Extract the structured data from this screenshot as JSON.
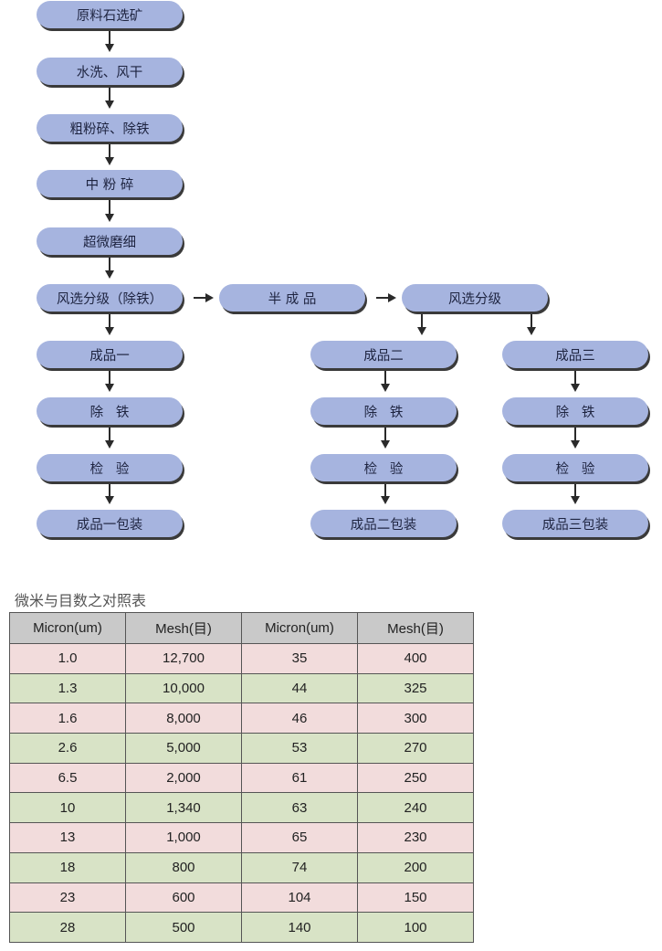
{
  "flow": {
    "main": [
      "原料石选矿",
      "水洗、风干",
      "粗粉碎、除铁",
      "中 粉 碎",
      "超微磨细",
      "风选分级（除铁）",
      "成品一",
      "除   铁",
      "检   验",
      "成品一包装"
    ],
    "semi_product": "半 成 品",
    "second_classify": "风选分级",
    "branch_two": [
      "成品二",
      "除   铁",
      "检   验",
      "成品二包装"
    ],
    "branch_three": [
      "成品三",
      "除   铁",
      "检   验",
      "成品三包装"
    ]
  },
  "table": {
    "title": "微米与目数之对照表",
    "headers": [
      "Micron(um)",
      "Mesh(目)",
      "Micron(um)",
      "Mesh(目)"
    ],
    "rows": [
      [
        "1.0",
        "12,700",
        "35",
        "400"
      ],
      [
        "1.3",
        "10,000",
        "44",
        "325"
      ],
      [
        "1.6",
        "8,000",
        "46",
        "300"
      ],
      [
        "2.6",
        "5,000",
        "53",
        "270"
      ],
      [
        "6.5",
        "2,000",
        "61",
        "250"
      ],
      [
        "10",
        "1,340",
        "63",
        "240"
      ],
      [
        "13",
        "1,000",
        "65",
        "230"
      ],
      [
        "18",
        "800",
        "74",
        "200"
      ],
      [
        "23",
        "600",
        "104",
        "150"
      ],
      [
        "28",
        "500",
        "140",
        "100"
      ]
    ]
  },
  "colors": {
    "pill_fill": "#a6b4df",
    "row_pink": "#f2dcdc",
    "row_green": "#d8e3c6",
    "header_gray": "#c9c9c9"
  }
}
